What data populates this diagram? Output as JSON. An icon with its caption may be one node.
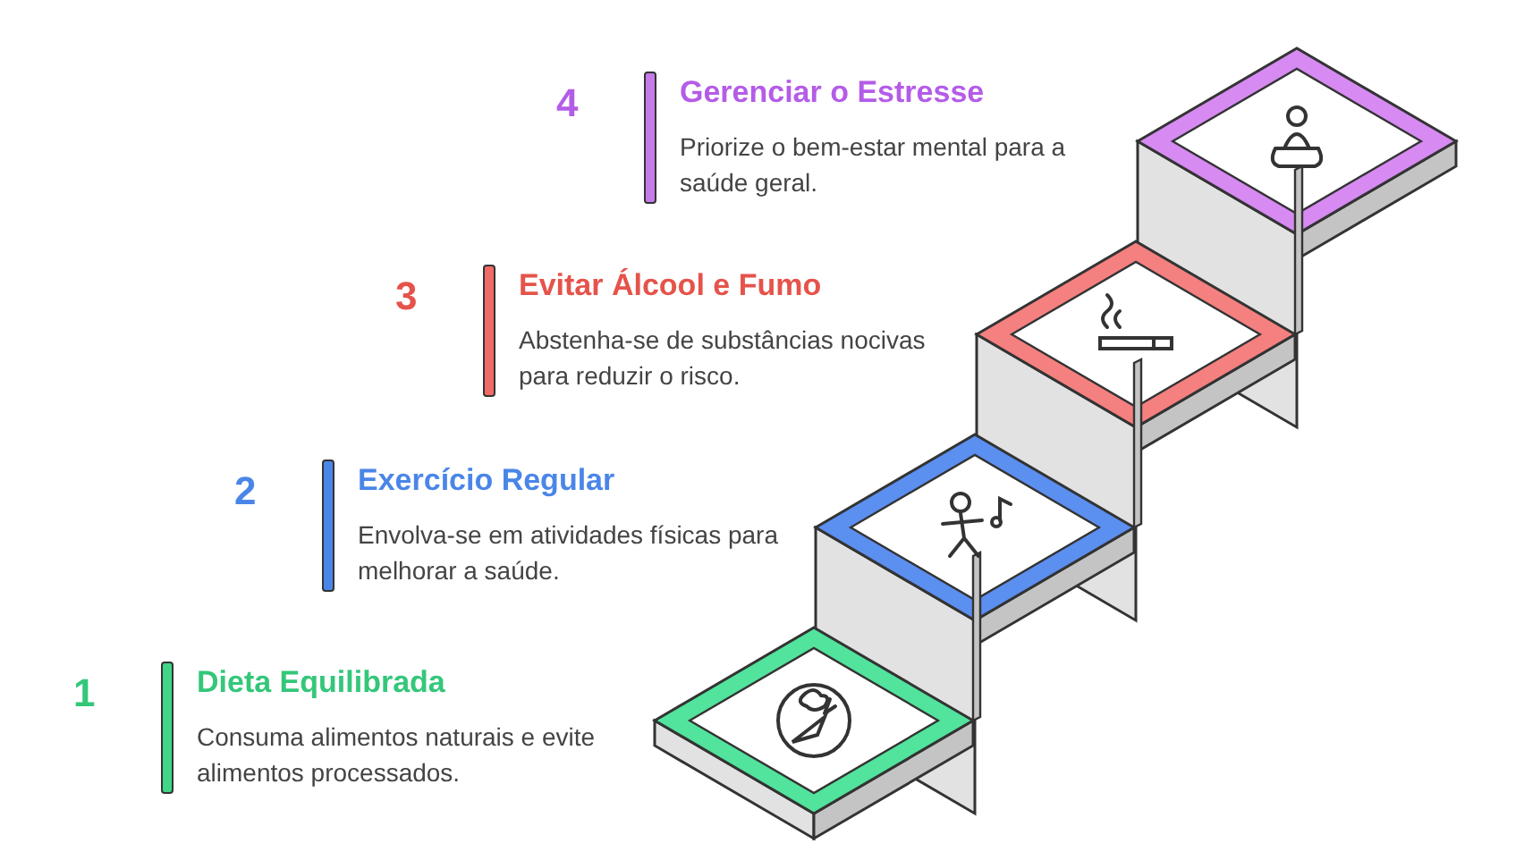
{
  "diagram": {
    "nodes": [
      {
        "text": [
          "Gerenciar o Estresse",
          "Priorize o bem-estar mental para a saúde geral."
        ],
        "beside": [
          "4"
        ]
      },
      {
        "text": [
          "Evitar Álcool e Fumo",
          "Abstenha-se de substâncias nocivas para reduzir o risco."
        ],
        "beside": [
          "3"
        ]
      },
      {
        "text": [
          "Exercício Regular",
          "Envolva-se em atividades físicas para melhorar a saúde."
        ],
        "beside": [
          "2"
        ]
      },
      {
        "text": [
          "Dieta Equilibrada",
          "Consuma alimentos naturais e evite alimentos processados."
        ],
        "beside": [
          "1"
        ]
      }
    ]
  }
}
